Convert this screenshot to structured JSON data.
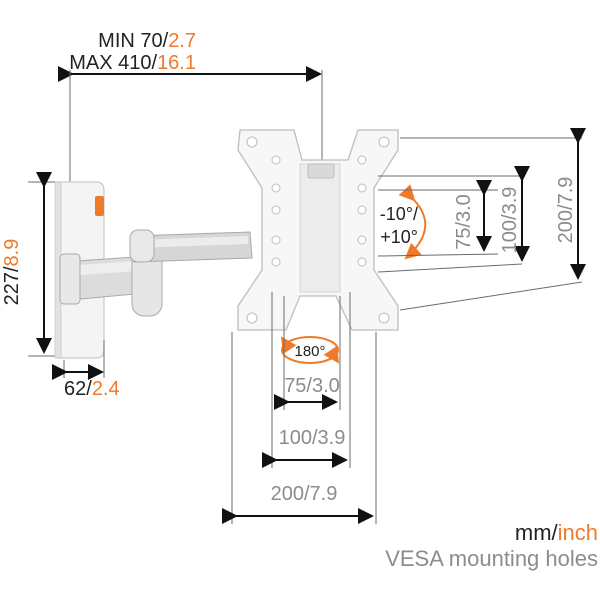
{
  "top_dimension": {
    "min_label": "MIN 70/",
    "min_inch": "2.7",
    "max_label": "MAX 410/",
    "max_inch": "16.1"
  },
  "wall_plate": {
    "height_mm": "227/",
    "height_inch": "8.9",
    "depth_mm": "62/",
    "depth_inch": "2.4"
  },
  "tilt": {
    "minus": "-10°/",
    "plus": "+10°"
  },
  "rotation": {
    "value": "180°"
  },
  "vesa_vertical": {
    "v75": "75/3.0",
    "v100": "100/3.9",
    "v200": "200/7.9"
  },
  "vesa_horizontal": {
    "h75": "75/3.0",
    "h100": "100/3.9",
    "h200": "200/7.9"
  },
  "legend": {
    "mm": "mm/",
    "inch": "inch",
    "caption": "VESA mounting holes"
  },
  "colors": {
    "accent": "#f07a2a",
    "text_dark": "#222222",
    "text_grey": "#8c8c8c"
  }
}
